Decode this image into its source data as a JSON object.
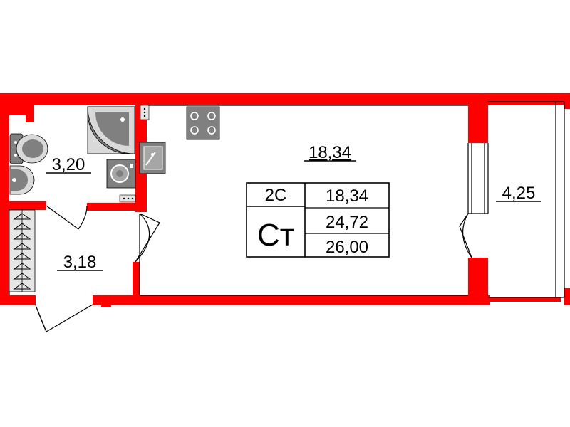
{
  "floorplan": {
    "colors": {
      "wall": "#ff0000",
      "fixture": "#808080",
      "fixture_light": "#d9d9d9",
      "line": "#000000"
    },
    "rooms": {
      "main_room": {
        "area": "18,34"
      },
      "bathroom": {
        "area": "3,20"
      },
      "hallway": {
        "area": "3,18"
      },
      "balcony": {
        "area": "4,25"
      }
    },
    "summary": {
      "rooms_code": "2С",
      "type_code": "Ст",
      "living_area": "18,34",
      "total_area": "24,72",
      "total_area_with_balcony": "26,00"
    },
    "fixtures": [
      "stove-icon",
      "sink-icon",
      "washing-machine-icon",
      "shower-icon",
      "toilet-icon",
      "washbasin-icon",
      "wardrobe-icon"
    ]
  }
}
